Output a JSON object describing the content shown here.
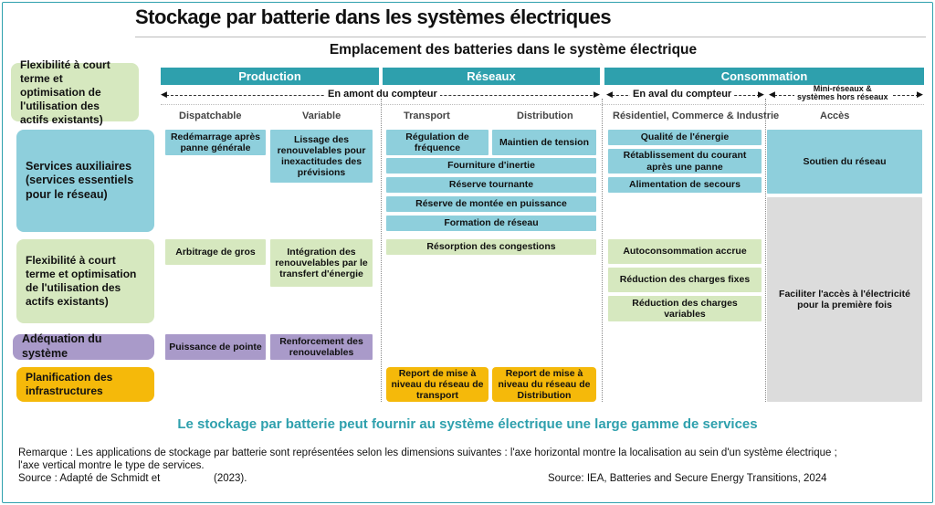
{
  "title": "Stockage par batterie dans les systèmes électriques",
  "subtitle": "Emplacement des batteries dans le système électrique",
  "headers": {
    "production": "Production",
    "reseaux": "Réseaux",
    "consommation": "Consommation"
  },
  "arrows": {
    "amont": "En amont du compteur",
    "aval": "En aval du compteur",
    "mini_1": "Mini-réseaux &",
    "mini_2": "systèmes hors réseaux"
  },
  "subcols": {
    "dispatchable": "Dispatchable",
    "variable": "Variable",
    "transport": "Transport",
    "distribution": "Distribution",
    "residentiel": "Résidentiel, Commerce & Industrie",
    "acces": "Accès"
  },
  "rows": {
    "flex_top": "Flexibilité à court terme et optimisation de l'utilisation des actifs existants)",
    "services": "Services auxiliaires (services essentiels pour le réseau)",
    "flex": "Flexibilité à court terme et optimisation de l'utilisation des actifs existants)",
    "adequation": "Adéquation du système",
    "planif": "Planification des infrastructures"
  },
  "boxes": {
    "redemarrage": "Redémarrage après panne générale",
    "lissage": "Lissage des renouvelables pour inexactitudes des prévisions",
    "regulation": "Régulation de fréquence",
    "maintien": "Maintien de tension",
    "inertie": "Fourniture d'inertie",
    "tournante": "Réserve tournante",
    "montee": "Réserve de montée en puissance",
    "formation": "Formation de réseau",
    "qualite": "Qualité de l'énergie",
    "retablissement": "Rétablissement du courant après une panne",
    "secours": "Alimentation de secours",
    "soutien": "Soutien du réseau",
    "arbitrage": "Arbitrage de gros",
    "integration": "Intégration des renouvelables par le transfert d'énergie",
    "resorption": "Résorption des congestions",
    "autoconso": "Autoconsommation accrue",
    "charges_fixes": "Réduction des charges fixes",
    "charges_var": "Réduction des charges variables",
    "faciliter": "Faciliter l'accès à l'électricité pour la première fois",
    "puissance": "Puissance de pointe",
    "renforcement": "Renforcement des renouvelables",
    "report_transport": "Report de mise à niveau du réseau de transport",
    "report_distribution": "Report de mise à niveau du réseau de Distribution"
  },
  "caption": "Le stockage par batterie peut fournir au  système électrique une large gamme de services",
  "notes": {
    "remarque_1": "Remarque : Les applications de stockage par batterie sont représentées selon les dimensions suivantes : l'axe horizontal montre la localisation au sein d'un système électrique ;",
    "remarque_2": "l'axe vertical montre le type de services.",
    "source_left": "Source : Adapté de Schmidt et",
    "source_year": "(2023).",
    "source_right": "Source: IEA, Batteries and Secure Energy Transitions, 2024"
  },
  "colors": {
    "accent": "#2ea0ad",
    "blue": "#8ecfdc",
    "green": "#d6e8bf",
    "purple": "#a99ac9",
    "orange": "#f5b90a",
    "grey": "#dcdcdc"
  }
}
